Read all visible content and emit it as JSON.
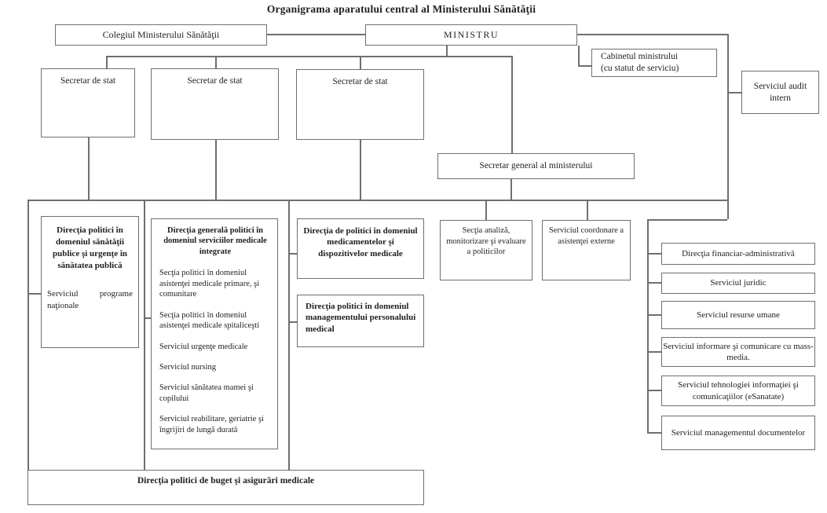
{
  "title": "Organigrama aparatului central al Ministerului Sănătăţii",
  "nodes": {
    "colegiul": "Colegiul Ministerului Sănătăţii",
    "ministru": "MINISTRU",
    "cabinet_line1": "Cabinetul ministrului",
    "cabinet_line2": "(cu statut de serviciu)",
    "audit": "Serviciul audit intern",
    "secretar_de_stat": "Secretar de stat",
    "secretar_general": "Secretar general al ministerului",
    "dir_sanatate": {
      "title": "Direcţia politici în domeniul sănătăţii publice şi urgenţe în sănătatea publică",
      "sub": "Serviciul programe naţionale"
    },
    "dir_generala": {
      "title": "Direcţia generală politici în domeniul serviciilor medicale integrate",
      "items": [
        "Secţia politici în domeniul asistenţei medicale primare, şi comunitare",
        "Secţia politici în domeniul asistenţei medicale spitaliceşti",
        "Serviciul urgenţe medicale",
        "Serviciul nursing",
        "Serviciul sănătatea mamei şi copilului",
        "Serviciul reabilitare, geriatrie şi îngrijiri de lungă durată"
      ]
    },
    "dir_medicamente": "Direcţia de politici în domeniul medicamentelor şi dispozitivelor medicale",
    "dir_management": "Direcţia politici în domeniul managementului personalului medical",
    "sectia_analiza": "Secţia analiză, monitorizare şi evaluare a politicilor",
    "serv_coordonare": "Serviciul coordonare a asistenţei externe",
    "right_column": [
      "Direcţia financiar-administrativă",
      "Serviciul juridic",
      "Serviciul resurse umane",
      "Serviciul informare şi comunicare cu mass-media.",
      "Serviciul tehnologiei informaţiei şi comunicaţiilor (eSanatate)",
      "Serviciul managementul documentelor"
    ],
    "dir_buget": "Direcţia politici de buget şi asigurări medicale"
  },
  "colors": {
    "border": "#6f6f6f",
    "text": "#1f1f1f",
    "background": "#ffffff"
  }
}
